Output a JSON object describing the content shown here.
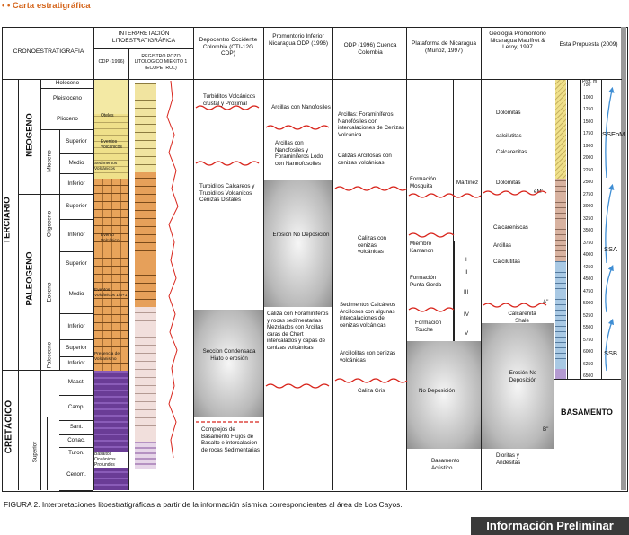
{
  "title": "• • Carta estratigráfica",
  "headers": {
    "crono": "CRONOESTRATIGRAFIA",
    "interp": "INTERPRETACIÓN LITOESTRATIGRÁFICA",
    "cdp": "CDP (1996)",
    "registro": "REGISTRO POZO LITOLOGICO MIEKITO 1 (ECOPETROL)",
    "depocentro": "Depocentro Occidente Colombia (CTI-12G CDP)",
    "promontorio": "Promontorio Inferior Nicaragua ODP (1996)",
    "odp": "ODP (1996) Cuenca Colombia",
    "plataforma": "Plataforma de Nicaragua (Muñoz, 1997)",
    "geologia": "Geología Promontorio Nicaragua Mauffret & Leroy, 1997",
    "propuesta": "Esta Propuesta (2009)"
  },
  "eras": {
    "terciario": "TERCIARIO",
    "cretacico": "CRETÁCICO",
    "neogeno": "NEOGENO",
    "paleogeno": "PALEOGENO"
  },
  "series": {
    "mioceno": "Mioceno",
    "oligoceno": "Oligoceno",
    "eoceno": "Eoceno",
    "paleoceno": "Paleoceno",
    "superior_k": "Superior"
  },
  "epochs": [
    "Holoceno",
    "Pleistoceno",
    "Plioceno",
    "Superior",
    "Medio",
    "Inferior",
    "Superior",
    "Inferior",
    "Superior",
    "Medio",
    "Inferior",
    "Superior",
    "Inferior",
    "Maast.",
    "Camp.",
    "Sant.",
    "Conac.",
    "Turon.",
    "Cenom."
  ],
  "cdp_labels": {
    "oteles": "Oteles",
    "eventos": "Eventos Volcánicos",
    "sedimentos_volc": "Sedimentos Volcánicos",
    "evento_volc": "Evento Volcánico",
    "evento_volc2": "Eventos Volcánicos 1/6+1",
    "paleocene": "Presencia de Volcanismo",
    "basaltos": "Basaltos Oceánicos Profundos"
  },
  "depocentro": {
    "t1": "Turbiditos Volcánicos crustal y Proximal",
    "t2": "Turbiditos Calcareos y Trubiditos Volcanicos Cenizas Distales",
    "t3": "Seccion Condensada Hiato o erosión",
    "t4": "Complejos de Basamento Flujos de Basalto e intercalacion de rocas Sedimentarias"
  },
  "promontorio": {
    "t1": "Arcillas con Nanofosiles",
    "t2": "Arcillas con Nanofosiles y Foraminiferos Lodo con Nannofosoiles",
    "t3": "Erosión No Deposición",
    "t4": "Caliza con Foraminiferos y rocas sedimentarias Mezclados con Arcillas caras de Chert intercalados y capas de cenizas volcánicas"
  },
  "odp": {
    "t1": "Arcillas: Foraminíferos Nanofósiles con intercalaciones de Cenizas Volcánica",
    "t2": "Calizas Arcillosas con cenizas volcánicas",
    "t3": "Calizas con cenizas volcánicas",
    "t4": "Sedimentos Calcáreos Arcillosos con algunas intercalaciones de cenizas volcánicas",
    "t5": "Arcillolitas con cenizas volcánicas",
    "t6": "Caliza Gris"
  },
  "plataforma": {
    "mosquita": "Formación Mosquita",
    "martinez": "Martínez",
    "kamanon": "Miembro Kamanon",
    "punta_gorda": "Formación Punta Gorda",
    "touche": "Formación Touche",
    "nodepo": "No Deposición",
    "basamento": "Basamento Acústico",
    "roman": [
      "I",
      "II",
      "III",
      "IV",
      "V"
    ]
  },
  "geologia": {
    "dolomitas": "Dolomitas",
    "calcilutitas": "calcilutitas",
    "calcarenitas": "Calcarenitas",
    "dolomitas2": "Dolomitas",
    "em": "eM'",
    "calcareniscas": "Calcareniscas",
    "arcillas": "Arcillas",
    "calcilutitas2": "Calcilutitas",
    "a": "A''",
    "calcarenita": "Calcarenita Shale",
    "erosion": "Erosión No Deposición",
    "b": "B''",
    "dioritas": "Dioritas y Andesitas"
  },
  "propuesta": {
    "prof_label": "Prof. m",
    "depths": [
      "750",
      "1000",
      "1250",
      "1500",
      "1750",
      "1900",
      "2000",
      "2250",
      "2500",
      "2750",
      "3000",
      "3250",
      "3500",
      "3750",
      "4000",
      "4250",
      "4500",
      "4750",
      "5000",
      "5250",
      "5500",
      "5750",
      "6000",
      "6250",
      "6500"
    ],
    "sseom": "SSEoM",
    "ssa": "SSA",
    "ssb": "SSB",
    "basamento": "BASAMENTO"
  },
  "caption": "FIGURA 2. Interpretaciones litoestratigráficas a partir de la información sísmica correspondientes al área de Los Cayos.",
  "badge": "Información Preliminar",
  "colors": {
    "title": "#d4641a",
    "plio_yellow": "#f3e9a4",
    "mio_yellow": "#efe08a",
    "brick_orange": "#e9a45a",
    "pale_pink": "#f1dfdc",
    "purple": "#6a3c96",
    "red_line": "#d8251c",
    "blue_arrow": "#3f8ed4",
    "grey_shade": "#8c8c8c"
  }
}
